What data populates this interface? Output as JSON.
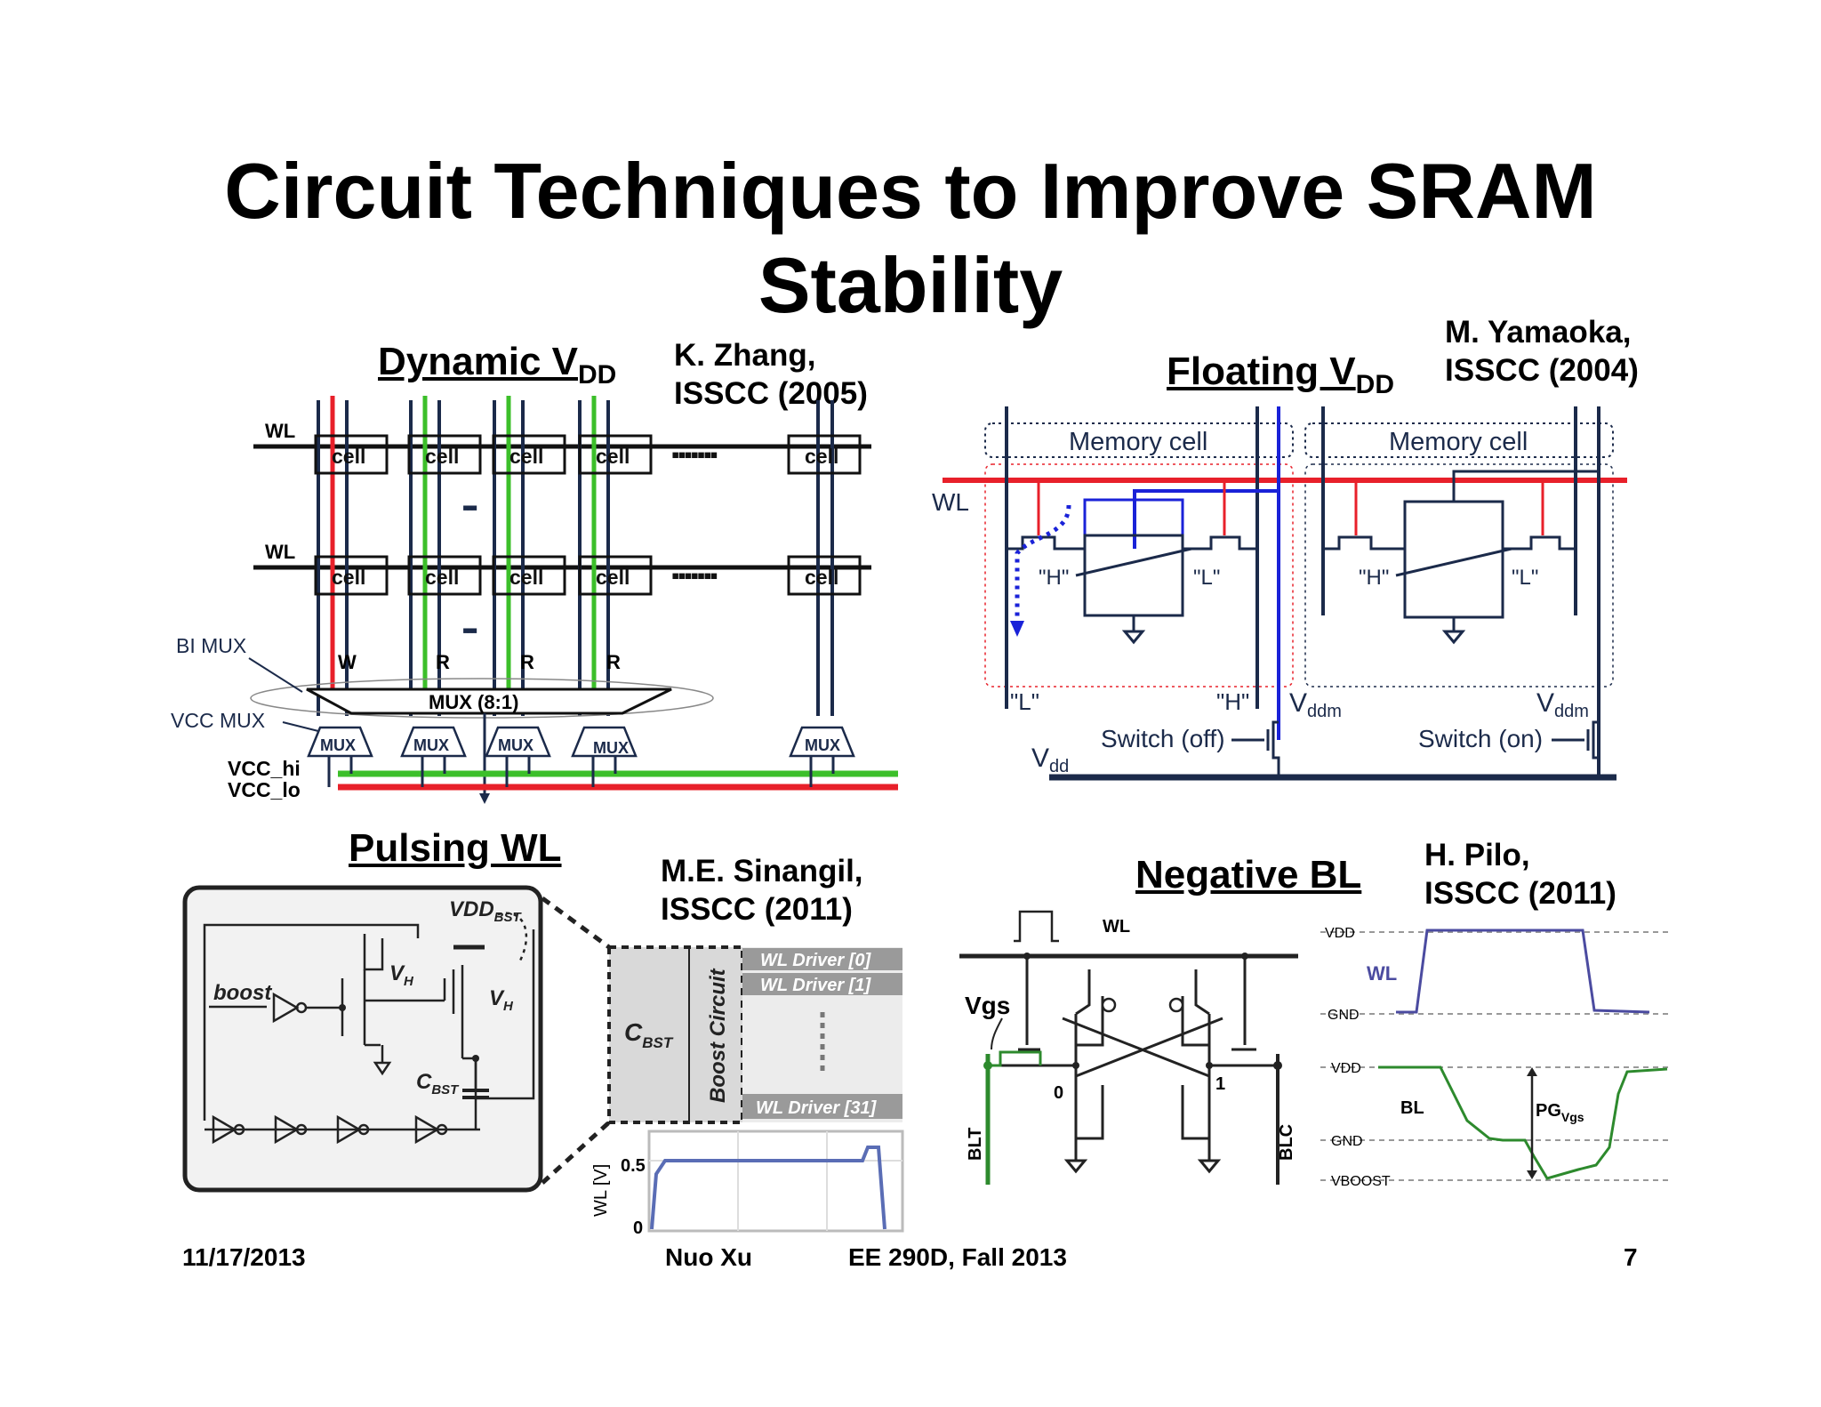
{
  "slide": {
    "title_line1": "Circuit Techniques to Improve SRAM",
    "title_line2": "Stability",
    "sections": {
      "dynamic": {
        "label": "Dynamic V",
        "sub": "DD",
        "ref1": "K. Zhang,",
        "ref2": "ISSCC (2005)"
      },
      "floating": {
        "label": "Floating V",
        "sub": "DD",
        "ref1": "M. Yamaoka,",
        "ref2": "ISSCC (2004)"
      },
      "pulsing": {
        "label": "Pulsing WL",
        "ref1": "M.E. Sinangil,",
        "ref2": "ISSCC (2011)"
      },
      "negative": {
        "label": "Negative BL",
        "ref1": "H. Pilo,",
        "ref2": "ISSCC (2011)"
      }
    },
    "footer": {
      "date": "11/17/2013",
      "author": "Nuo Xu",
      "course": "EE 290D, Fall 2013",
      "page": "7"
    }
  },
  "dynamic_diagram": {
    "wl": "WL",
    "cell": "cell",
    "dots": "▪▪▪▪▪▪▪",
    "vdots": "▪▪▪",
    "w": "W",
    "r": "R",
    "bi_mux": "BI MUX",
    "vcc_mux": "VCC MUX",
    "mux81": "MUX (8:1)",
    "mux": "MUX",
    "vcc_hi": "VCC_hi",
    "vcc_lo": "VCC_lo"
  },
  "floating_diagram": {
    "memory_cell": "Memory cell",
    "wl": "WL",
    "h": "\"H\"",
    "l": "\"L\"",
    "vddm": "V",
    "vddm_sub": "ddm",
    "vdd": "V",
    "vdd_sub": "dd",
    "switch_off": "Switch (off)",
    "switch_on": "Switch (on)"
  },
  "pulsing_diagram": {
    "boost": "boost",
    "vddbst": "VDD",
    "bst": "BST",
    "vh": "V",
    "h": "H",
    "cbst": "C",
    "boost_circuit": "Boost Circuit",
    "driver0": "WL Driver [0]",
    "driver1": "WL Driver [1]",
    "driver31": "WL Driver [31]",
    "ylabel": "WL [V]",
    "tick_05": "0.5",
    "tick_0": "0"
  },
  "negative_diagram": {
    "wl": "WL",
    "vgs": "Vgs",
    "blt": "BLT",
    "blc": "BLC",
    "zero": "0",
    "one": "1",
    "vdd": "VDD",
    "gnd": "GND",
    "vboost": "VBOOST",
    "wl_sig": "WL",
    "bl_sig": "BL",
    "pg": "PG",
    "pg_sub": "Vgs"
  },
  "colors": {
    "navy": "#1b2a4a",
    "red": "#e8202a",
    "green": "#3cbf2a",
    "blue": "#1a22d8",
    "purple": "#4b4ba0",
    "dkgreen": "#2d8a2d"
  }
}
